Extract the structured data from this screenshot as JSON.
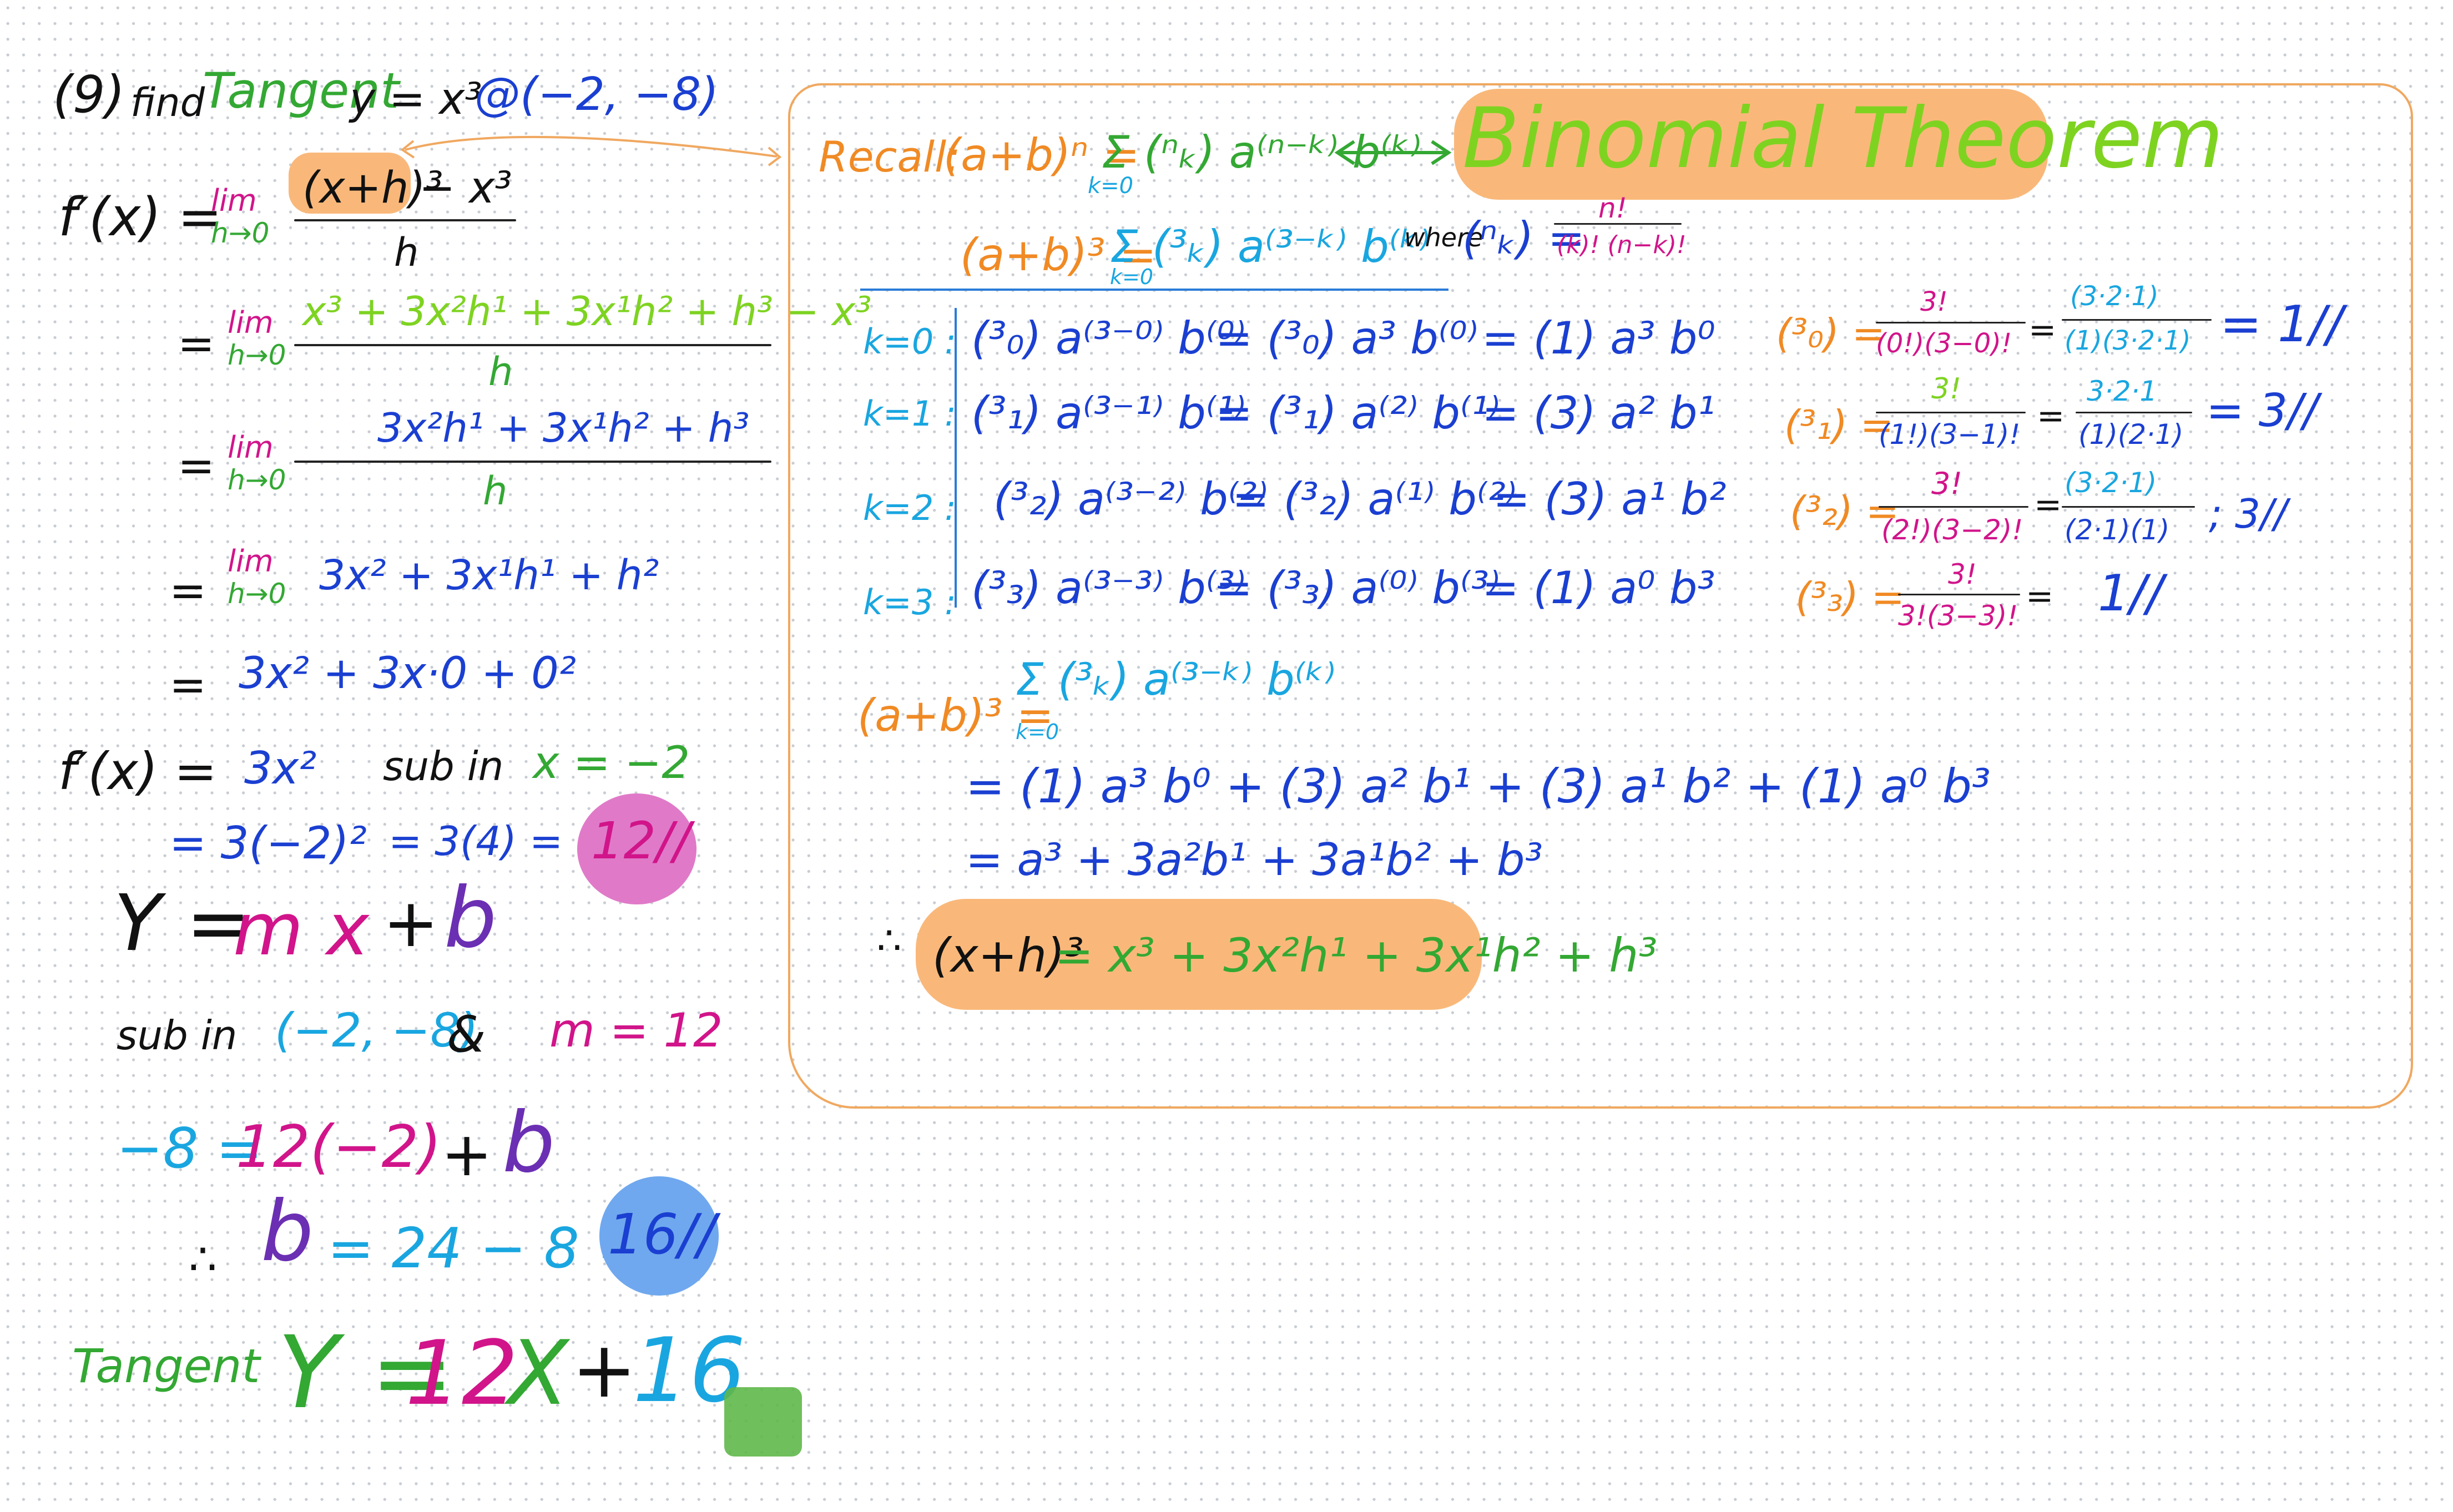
{
  "colors": {
    "black": "#111111",
    "green": "#33a833",
    "lime": "#7ed321",
    "blue": "#1a3fd1",
    "cyan": "#19a6e0",
    "magenta": "#d1148a",
    "purple": "#6b2fb3",
    "orange": "#f08a24",
    "orange_highlight": "#f9b87a",
    "pink_highlight": "#e07ac8",
    "blue_highlight": "#6fa8ee",
    "green_square": "#5fb84a"
  },
  "left": {
    "question": "(9) find Tangent  y = x³ @ (−2, −8)",
    "question_num": "(9)",
    "find": "find",
    "tangent_word": "Tangent",
    "fn": "y = x³",
    "at_point": "@(−2, −8)",
    "line1_lhs": "f′(x) =",
    "lim": "lim",
    "h_to_0": "h→0",
    "line1_num_a": "(x+h)³",
    "line1_num_b": "− x³",
    "line1_den": "h",
    "line2_num": "x³ + 3x²h¹ + 3x¹h² + h³ − x³",
    "line2_den": "h",
    "line3_num": "3x²h¹ + 3x¹h² + h³",
    "line3_den": "h",
    "line4": "3x² + 3x¹h¹ + h²",
    "line5": "3x² + 3x·0 + 0²",
    "fprime_label": "f′(x) =",
    "fprime_val": "3x²",
    "sub_in": "sub in",
    "x_eq": "x = −2",
    "eval_a": "= 3(−2)²",
    "eval_b": "= 3(4) =",
    "eval_result": "12//",
    "y_eq_y": "Y =",
    "y_eq_m": "m x",
    "y_eq_plus": "+",
    "y_eq_b": "b",
    "sub_label": "sub in",
    "sub_point": "(−2, −8)",
    "amp": "&",
    "m_eq": "m = 12",
    "eq_a": "−8 =",
    "eq_b": "12(−2)",
    "eq_c": "+",
    "eq_d": "b",
    "therefore": "∴",
    "b_final_b": "b",
    "b_final_rest": "= 24 − 8 =",
    "b_result": "16//",
    "tangent_label": "Tangent",
    "final_y": "Y =",
    "final_m": "12",
    "final_x": "X",
    "final_plus": "+",
    "final_b": "16"
  },
  "recall": {
    "label": "Recall:",
    "general": "(a+b)ⁿ = Σ (ⁿₖ) a⁽ⁿ⁻ᵏ⁾ b⁽ᵏ⁾",
    "general_lhs": "(a+b)ⁿ =",
    "general_rhs": "Σ (ⁿₖ) a⁽ⁿ⁻ᵏ⁾ b⁽ᵏ⁾",
    "k_eq_0": "k=0",
    "arrow": "⟷",
    "title": "Binomial Theorem",
    "cube_lhs": "(a+b)³ =",
    "cube_rhs": "Σ (³ₖ) a⁽³⁻ᵏ⁾ b⁽ᵏ⁾",
    "where": "where",
    "where_binom": "(ⁿₖ) =",
    "where_num": "n!",
    "where_den": "(k)! (n−k)!",
    "rows": [
      {
        "k": "k=0 :",
        "a": "(³₀) a⁽³⁻⁰⁾ b⁽⁰⁾",
        "b": "= (³₀) a³ b⁽⁰⁾",
        "c": "= (1) a³ b⁰"
      },
      {
        "k": "k=1 :",
        "a": "(³₁) a⁽³⁻¹⁾ b⁽¹⁾",
        "b": "= (³₁) a⁽²⁾ b⁽¹⁾",
        "c": "= (3) a² b¹"
      },
      {
        "k": "k=2 :",
        "a": "(³₂) a⁽³⁻²⁾ b⁽²⁾",
        "b": "= (³₂) a⁽¹⁾ b⁽²⁾",
        "c": "= (3) a¹ b²"
      },
      {
        "k": "k=3 :",
        "a": "(³₃) a⁽³⁻³⁾ b⁽³⁾",
        "b": "= (³₃) a⁽⁰⁾ b⁽³⁾",
        "c": "= (1) a⁰ b³"
      }
    ],
    "combos": [
      {
        "lhs": "(³₀) =",
        "num": "3!",
        "den": "(0!)(3−0)!",
        "eq": "=",
        "num2": "(3·2·1)",
        "den2": "(1)(3·2·1)",
        "res": "= 1//"
      },
      {
        "lhs": "(³₁) =",
        "num": "3!",
        "den": "(1!)(3−1)!",
        "eq": "=",
        "num2": "3·2·1",
        "den2": "(1)(2·1)",
        "res": "= 3//"
      },
      {
        "lhs": "(³₂) =",
        "num": "3!",
        "den": "(2!)(3−2)!",
        "eq": "=",
        "num2": "(3·2·1)",
        "den2": "(2·1)(1)",
        "res": "; 3//"
      },
      {
        "lhs": "(³₃) =",
        "num": "3!",
        "den": "3!(3−3)!",
        "eq": "=",
        "res": "1//"
      }
    ],
    "sum_lhs": "(a+b)³ =",
    "sum_rhs": "Σ (³ₖ) a⁽³⁻ᵏ⁾ b⁽ᵏ⁾",
    "sum_line1": "= (1) a³ b⁰ + (3) a² b¹ + (3) a¹ b² + (1) a⁰ b³",
    "sum_line2": "= a³ + 3a²b¹ + 3a¹b² + b³",
    "therefore": "∴",
    "final_lhs": "(x+h)³",
    "final_rhs": "= x³ + 3x²h¹ + 3x¹h² + h³"
  }
}
